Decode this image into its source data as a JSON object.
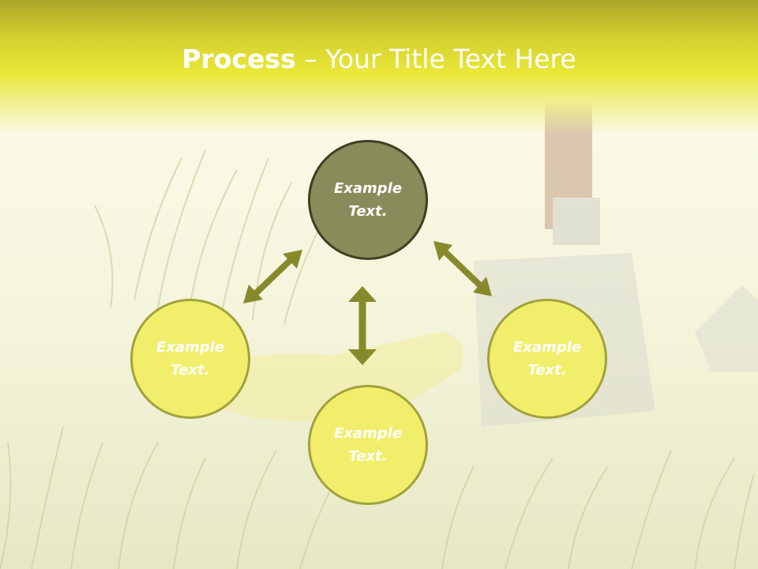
{
  "title": {
    "bold": "Process",
    "separator": " – ",
    "rest": "Your Title Text Here"
  },
  "nodes": {
    "center": "Example Text.",
    "left": "Example Text.",
    "bottom": "Example Text.",
    "right": "Example Text."
  },
  "colors": {
    "title_band": "#e9e63a",
    "center_fill": "#8a8b5a",
    "outer_fill": "#f1ee6c",
    "arrow": "#868a2c",
    "text": "#ffffff"
  }
}
